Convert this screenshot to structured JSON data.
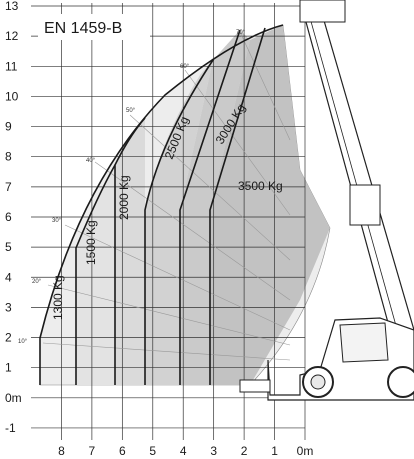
{
  "standard": "EN 1459-B",
  "chart_data": {
    "type": "load-chart",
    "xlabel": "",
    "ylabel": "",
    "y_ticks": [
      "13",
      "12",
      "11",
      "10",
      "9",
      "8",
      "7",
      "6",
      "5",
      "4",
      "3",
      "2",
      "1",
      "0m",
      "-1"
    ],
    "x_ticks": [
      "8",
      "7",
      "6",
      "5",
      "4",
      "3",
      "2",
      "1",
      "0m"
    ],
    "xlim": [
      0,
      9.0
    ],
    "ylim": [
      -1.4,
      13.1
    ],
    "grid": true,
    "angle_labels": [
      "10°",
      "20°",
      "30°",
      "40°",
      "50°",
      "60°",
      "70°"
    ],
    "capacities": [
      {
        "label": "1300 Kg",
        "reach_min": 8.4,
        "reach_max": 8.9,
        "height_at": 1.3
      },
      {
        "label": "1500 Kg",
        "reach_min": 7.3,
        "reach_max": 7.8,
        "height_at": 2.5
      },
      {
        "label": "2000 Kg",
        "reach_min": 5.5,
        "reach_max": 6.2,
        "height_at": 6.0
      },
      {
        "label": "2500 Kg",
        "reach_min": 4.3,
        "reach_max": 5.0,
        "height_at": 7.0
      },
      {
        "label": "3000 Kg",
        "reach_min": 3.2,
        "reach_max": 3.8,
        "height_at": 8.0
      },
      {
        "label": "3500 Kg",
        "reach_min": 0.5,
        "reach_max": 2.9,
        "height_at": 6.8
      }
    ],
    "colors": {
      "envelope": "#eeeeee",
      "zone": "#d6d6d6",
      "grid": "#333333",
      "lines": "#1a1a1a"
    }
  }
}
